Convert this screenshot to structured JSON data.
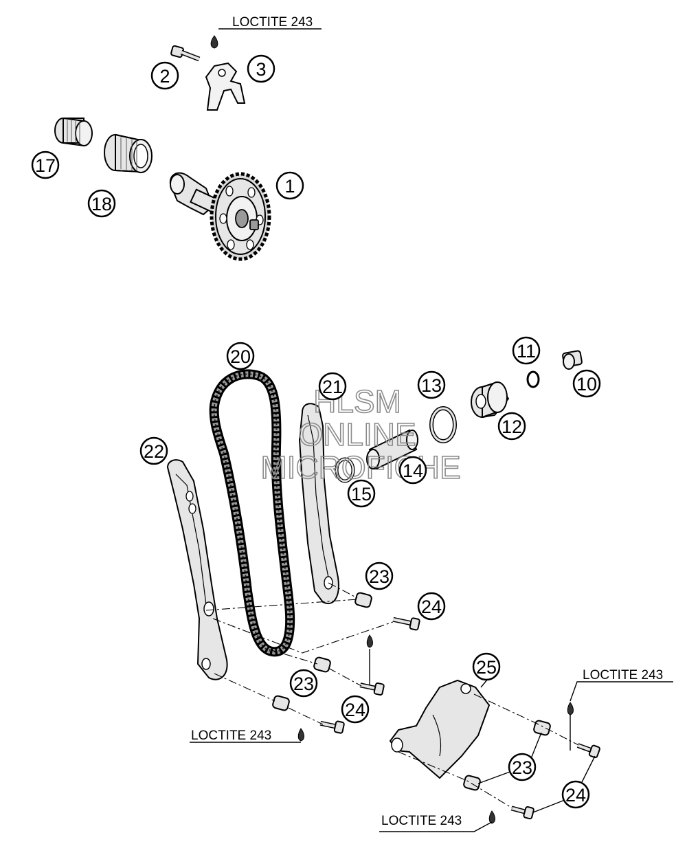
{
  "labels": {
    "loctite": "LOCTITE 243",
    "watermark_line1": "HLSM",
    "watermark_line2": "ONLINE",
    "watermark_line3": "MICROFICHE"
  },
  "callouts": [
    "1",
    "2",
    "3",
    "10",
    "11",
    "12",
    "13",
    "14",
    "15",
    "17",
    "18",
    "20",
    "21",
    "22",
    "23",
    "24",
    "25"
  ],
  "colors": {
    "line": "#000000",
    "part_fill": "#e6e6e6",
    "watermark": "#8a8a8a"
  }
}
